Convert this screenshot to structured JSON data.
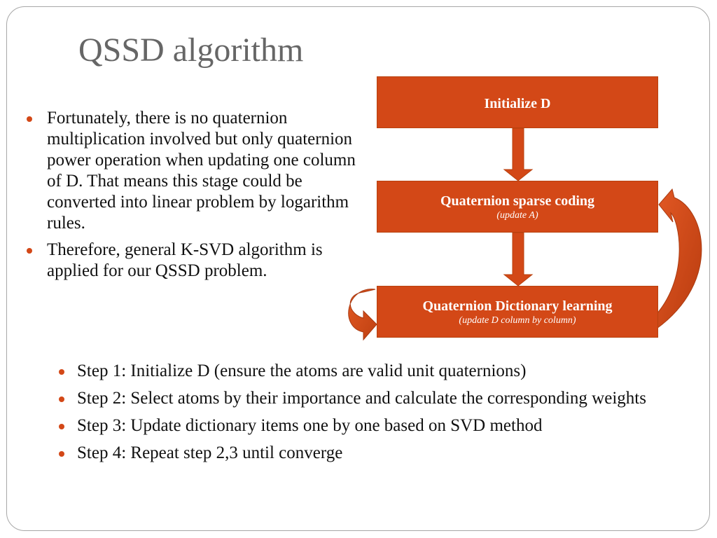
{
  "slide": {
    "title": "QSSD algorithm",
    "bullets": [
      "Fortunately, there is no quaternion multiplication involved but only quaternion power operation when updating one column of D. That means this stage could be converted into linear problem by logarithm rules.",
      "Therefore, general K-SVD algorithm is applied for our QSSD problem."
    ],
    "steps": [
      "Step 1: Initialize D (ensure the atoms are valid unit quaternions)",
      "Step 2: Select atoms by their importance and calculate the corresponding weights",
      "Step 3: Update dictionary items one by one based on SVD method",
      "Step 4: Repeat step 2,3 until converge"
    ]
  },
  "diagram": {
    "nodes": [
      {
        "title": "Initialize D",
        "subtitle": ""
      },
      {
        "title": "Quaternion sparse coding",
        "subtitle": "(update A)"
      },
      {
        "title": "Quaternion Dictionary learning",
        "subtitle": "(update D column by column)"
      }
    ]
  },
  "colors": {
    "accent": "#d34817",
    "title_text": "#666666",
    "body_text": "#111111",
    "frame": "#a7a7a7"
  }
}
